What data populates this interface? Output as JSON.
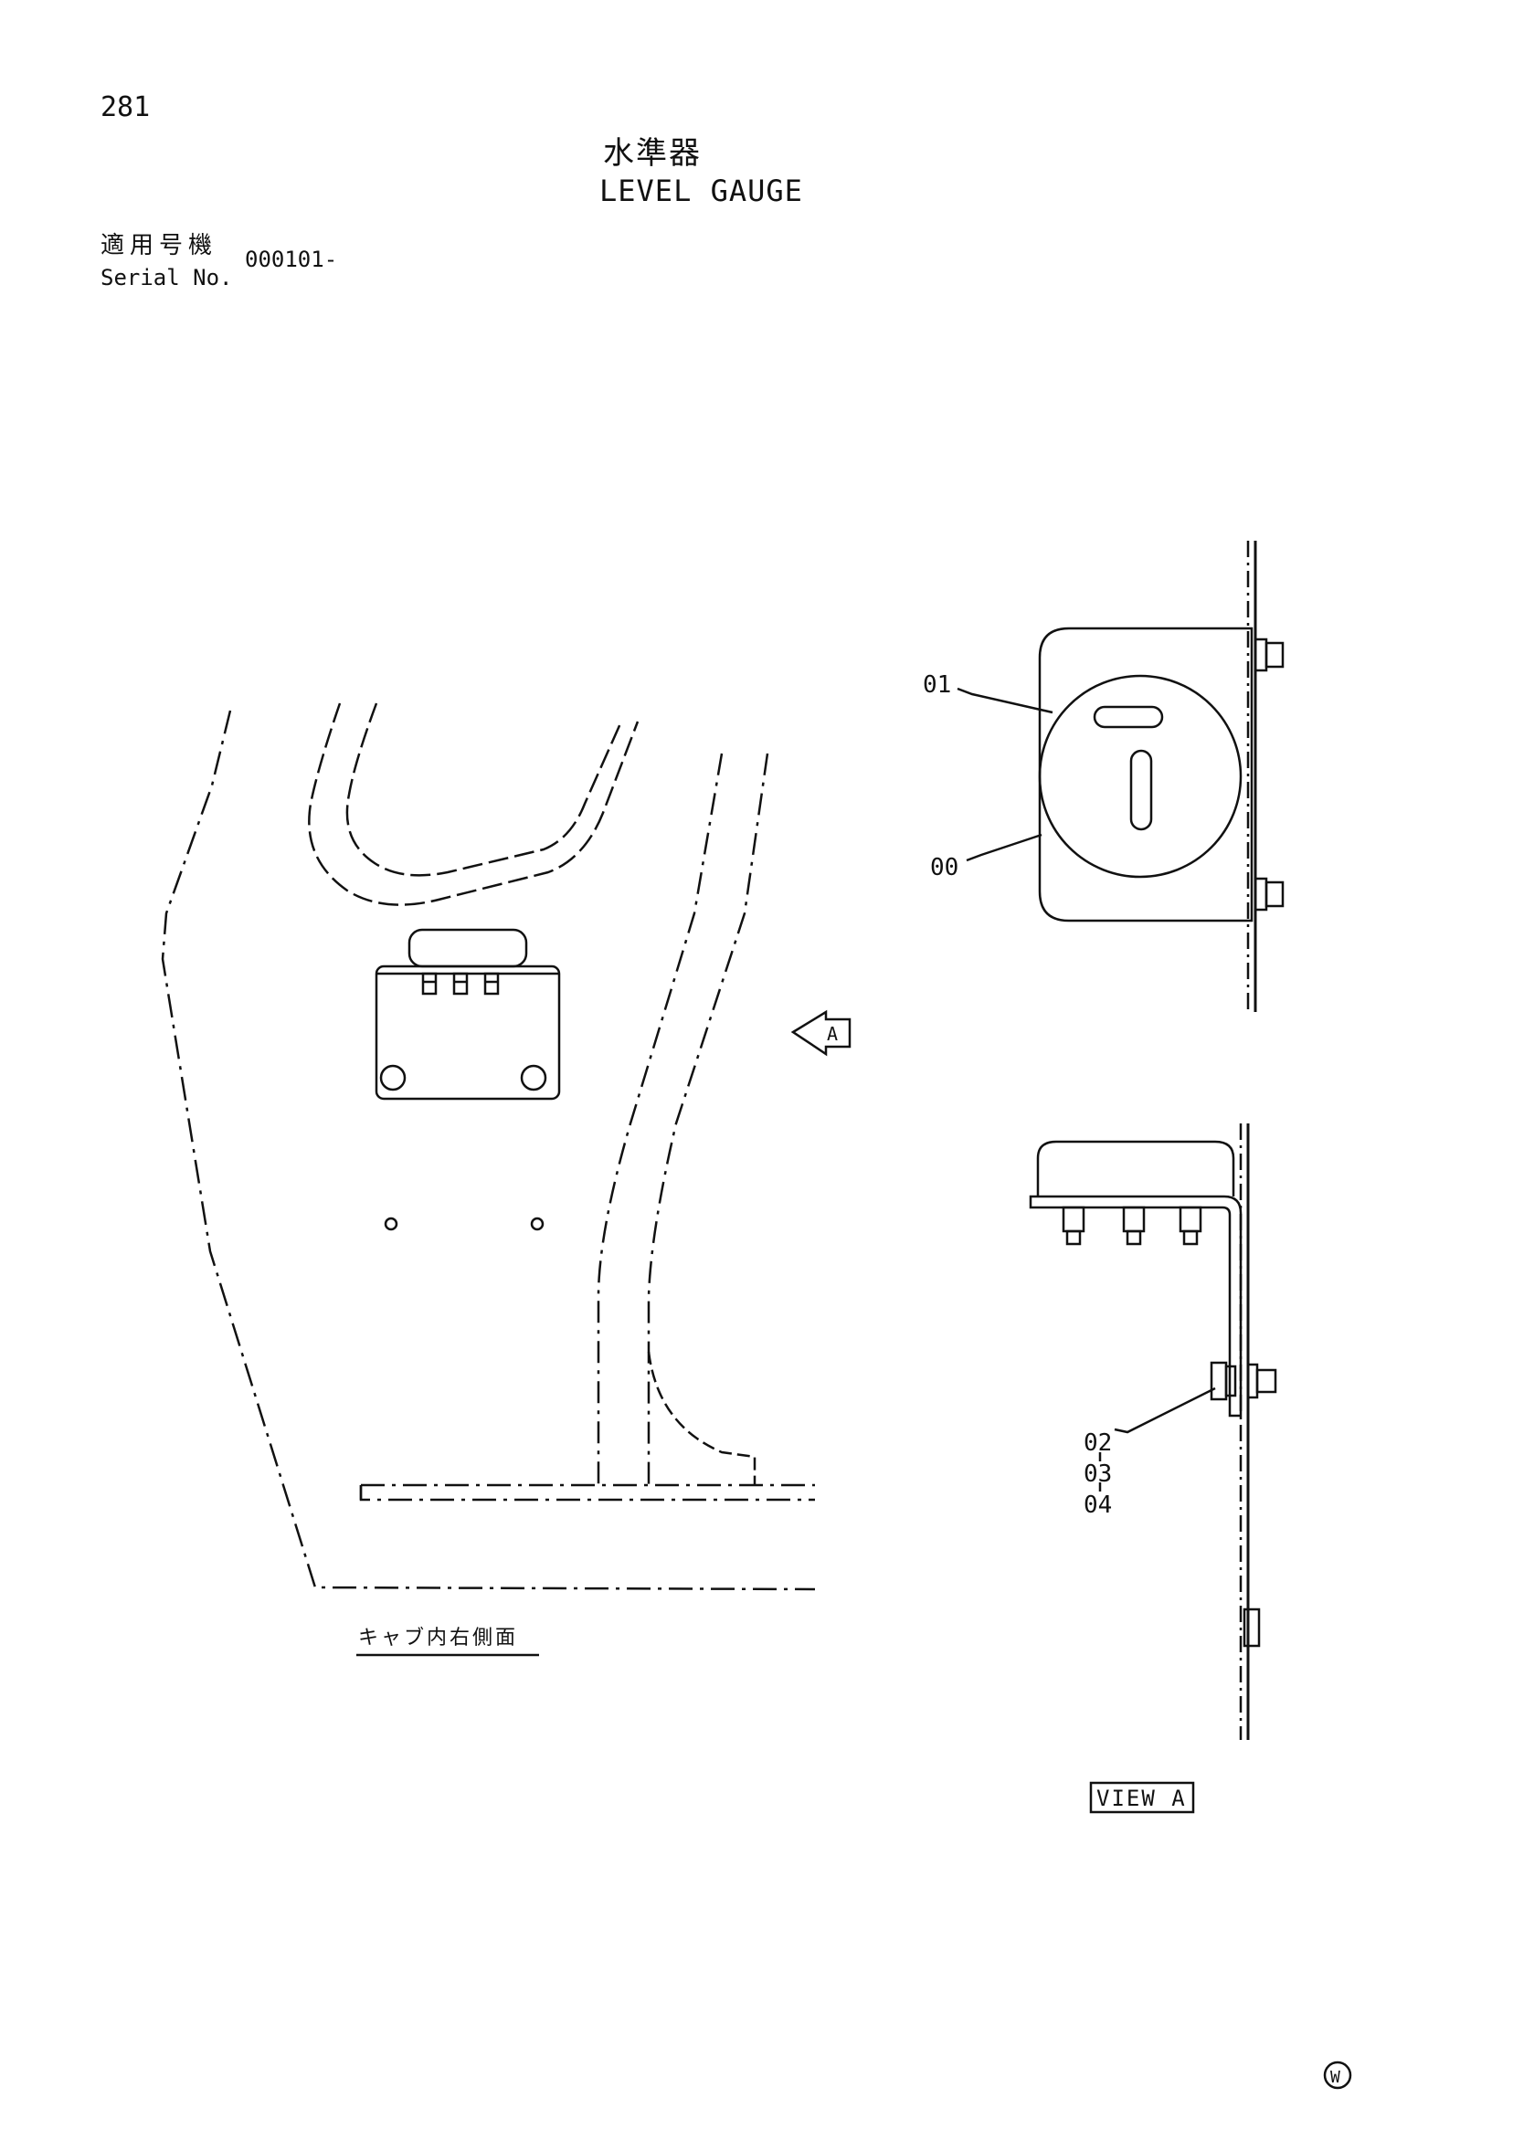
{
  "header": {
    "page_number": "281",
    "title_japanese": "水準器",
    "title_english": "LEVEL GAUGE",
    "serial_label_japanese": "適用号機",
    "serial_label_english": "Serial No.",
    "serial_value": "000101-"
  },
  "drawing": {
    "view_marker": "A",
    "cab_caption": "キャブ内右側面",
    "view_label": "VIEW A",
    "part_labels": {
      "p00": "00",
      "p01": "01",
      "p02": "02",
      "p03": "03",
      "p04": "04"
    },
    "footer_mark": "W"
  }
}
